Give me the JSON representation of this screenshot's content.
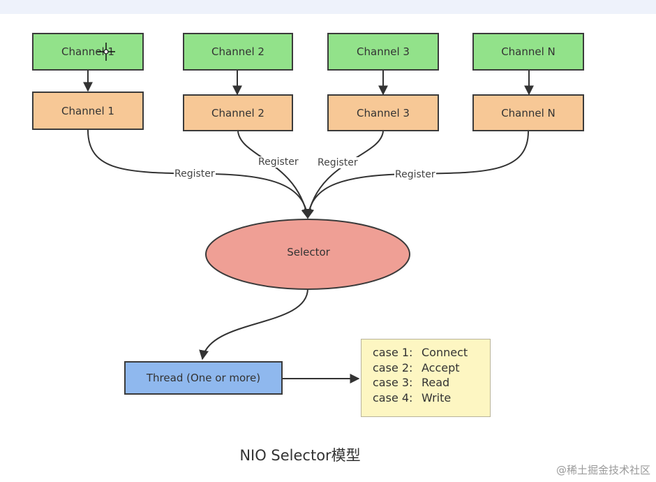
{
  "top_channels": [
    {
      "label": "Channel 1"
    },
    {
      "label": "Channel 2"
    },
    {
      "label": "Channel 3"
    },
    {
      "label": "Channel N"
    }
  ],
  "channels": [
    {
      "label": "Channel 1"
    },
    {
      "label": "Channel 2"
    },
    {
      "label": "Channel 3"
    },
    {
      "label": "Channel N"
    }
  ],
  "register_labels": [
    "Register",
    "Register",
    "Register",
    "Register"
  ],
  "selector": {
    "label": "Selector"
  },
  "thread": {
    "label": "Thread (One or more)"
  },
  "cases": [
    {
      "label": "case 1:",
      "value": "Connect"
    },
    {
      "label": "case 2:",
      "value": "Accept"
    },
    {
      "label": "case 3:",
      "value": "Read"
    },
    {
      "label": "case 4:",
      "value": "Write"
    }
  ],
  "caption": "NIO Selector模型",
  "watermark": "@稀土掘金技术社区",
  "colors": {
    "top_channel": "#92e28a",
    "channel": "#f7c896",
    "selector": "#ef9f95",
    "thread": "#8fb8ee",
    "cases_box": "#fdf6c2"
  }
}
